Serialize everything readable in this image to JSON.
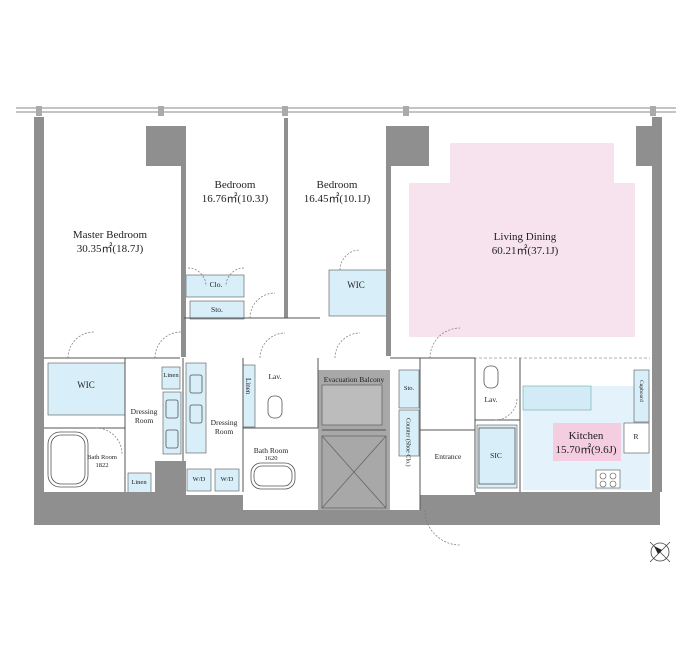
{
  "rooms": {
    "master_bedroom": {
      "name": "Master Bedroom",
      "area": "30.35㎡(18.7J)"
    },
    "bedroom_1": {
      "name": "Bedroom",
      "area": "16.76㎡(10.3J)"
    },
    "bedroom_2": {
      "name": "Bedroom",
      "area": "16.45㎡(10.1J)"
    },
    "living_dining": {
      "name": "Living Dining",
      "area": "60.21㎡(37.1J)"
    },
    "kitchen": {
      "name": "Kitchen",
      "area": "15.70㎡(9.6J)"
    },
    "wic_master": "WIC",
    "wic_bed2": "WIC",
    "clo": "Clo.",
    "sto_bed1": "Sto.",
    "linen_top": "Linen",
    "linen_bottom": "Linen",
    "linen_vertical": "Linen",
    "dressing_room_1": "Dressing Room",
    "dressing_room_2": "Dressing Room",
    "bath_room_1": {
      "name": "Bath Room",
      "size": "1822"
    },
    "bath_room_2": {
      "name": "Bath Room",
      "size": "1620"
    },
    "wd_1": "W/D",
    "wd_2": "W/D",
    "lav_1": "Lav.",
    "lav_2": "Lav.",
    "evacuation_balcony": "Evacuation Balcony",
    "sto_hall": "Sto.",
    "counter": "Counter (Shoe Clo.)",
    "entrance": "Entrance",
    "sic": "SIC",
    "cupboard": "Cupboard",
    "refrigerator": "R"
  },
  "colors": {
    "wall": "#8f8f8f",
    "living_fill": "#f7e3ee",
    "kitchen_pink": "#f4cde0",
    "storage_blue": "#d8eef8",
    "kitchen_blue": "#e4f3fb",
    "balcony": "#a8a8a8",
    "line": "#555555"
  }
}
